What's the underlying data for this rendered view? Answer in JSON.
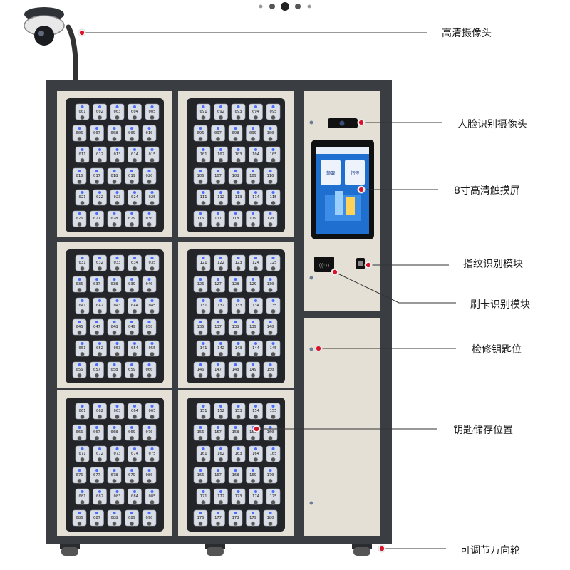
{
  "carousel": {
    "slides": 5,
    "active_index": 2
  },
  "callouts": [
    {
      "label": "高清摄像头"
    },
    {
      "label": "人脸识别摄像头"
    },
    {
      "label": "8寸高清触摸屏"
    },
    {
      "label": "指纹识别模块"
    },
    {
      "label": "刷卡识别模块"
    },
    {
      "label": "检修钥匙位"
    },
    {
      "label": "钥匙储存位置"
    },
    {
      "label": "可调节万向轮"
    }
  ],
  "screen": {
    "buttons": [
      {
        "label": "领取"
      },
      {
        "label": "归还"
      }
    ]
  },
  "key_modules": [
    {
      "first": 1,
      "count": 30
    },
    {
      "first": 91,
      "count": 30
    },
    {
      "first": 31,
      "count": 30
    },
    {
      "first": 121,
      "count": 30
    },
    {
      "first": 61,
      "count": 30
    },
    {
      "first": 151,
      "count": 30
    }
  ],
  "colors": {
    "cabinet_frame": "#3a3d42",
    "panel_bg": "#e4e0d6",
    "key_panel_bg": "#232528",
    "tag_bg": "#d9dde6",
    "tag_light": "#4a6cff",
    "marker_red": "#d8142a",
    "leader_line": "#333333",
    "screen_bg": "#1f6fd0"
  }
}
